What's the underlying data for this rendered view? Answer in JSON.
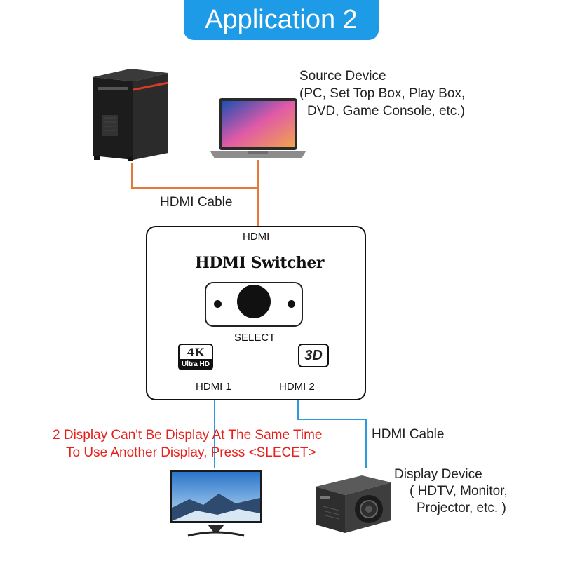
{
  "header": {
    "title": "Application 2"
  },
  "source": {
    "label_line1": "Source Device",
    "label_line2": "(PC, Set Top Box, Play Box,",
    "label_line3": "DVD, Game Console, etc.)"
  },
  "cable_top": {
    "label": "HDMI Cable"
  },
  "switcher": {
    "input_label": "HDMI",
    "name": "HDMI Switcher",
    "select_label": "SELECT",
    "badge_4k_main": "4K",
    "badge_4k_sub": "Ultra HD",
    "badge_3d": "3D",
    "output1_label": "HDMI 1",
    "output2_label": "HDMI 2"
  },
  "cable_bottom": {
    "label": "HDMI Cable"
  },
  "warning": {
    "line1": "2 Display Can't Be Display At The Same Time",
    "line2": "To Use Another Display, Press <SLECET>"
  },
  "display": {
    "label_line1": "Display Device",
    "label_line2": "( HDTV, Monitor,",
    "label_line3": "Projector, etc. )"
  },
  "colors": {
    "banner": "#1d9be6",
    "source_cable": "#e8773a",
    "output_cable": "#2a9be0",
    "warning_text": "#e8201b"
  }
}
